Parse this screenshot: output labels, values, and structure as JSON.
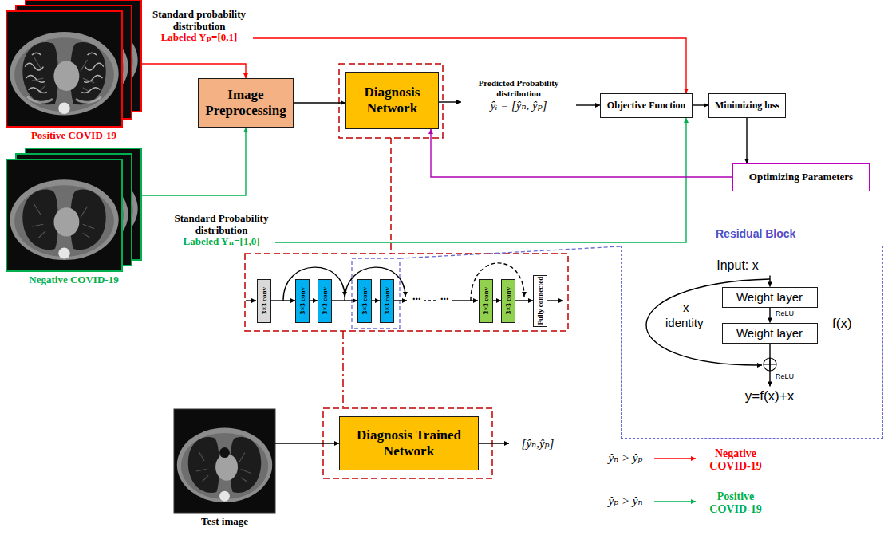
{
  "diagram": {
    "nodes": [
      {
        "text": [
          "Standard probability distribution",
          "Labeled Yₚ=[0,1]"
        ]
      },
      {
        "text": [
          "Positive COVID-19"
        ]
      },
      {
        "text": [
          "Negative COVID-19"
        ]
      },
      {
        "text": [
          "Standard Probability distribution",
          "Labeled Yₙ=[1,0]"
        ]
      },
      {
        "text": [
          "Image Preprocessing"
        ]
      },
      {
        "text": [
          "Diagnosis Network"
        ]
      },
      {
        "text": [
          "Predicted Probability distribution",
          "ŷᵢ = [ŷₙ, ŷₚ]"
        ]
      },
      {
        "text": [
          "Objective Function"
        ]
      },
      {
        "text": [
          "Minimizing loss"
        ]
      },
      {
        "text": [
          "Optimizing Parameters"
        ]
      },
      {
        "text": [
          "3×3 conv"
        ]
      },
      {
        "text": [
          "3×3 conv"
        ]
      },
      {
        "text": [
          "3×3 conv"
        ]
      },
      {
        "text": [
          "3×3 conv"
        ]
      },
      {
        "text": [
          "3×3 conv"
        ]
      },
      {
        "text": [
          "3×3 conv"
        ]
      },
      {
        "text": [
          "3×3 conv"
        ]
      },
      {
        "text": [
          "Fully connected"
        ]
      },
      {
        "text": [
          "Residual Block"
        ]
      },
      {
        "text": [
          "Input: x"
        ],
        "in": 18
      },
      {
        "text": [
          "Weight layer"
        ],
        "in": 18
      },
      {
        "text": [
          "Weight layer"
        ],
        "in": 18
      },
      {
        "text": [
          "y=f(x)+x"
        ],
        "in": 18
      },
      {
        "text": [
          "Test image"
        ]
      },
      {
        "text": [
          "Diagnosis Trained Network"
        ]
      },
      {
        "text": [
          "[ŷₙ,ŷₚ]"
        ]
      },
      {
        "text": [
          "ŷₙ > ŷₚ"
        ]
      },
      {
        "text": [
          "Negative COVID-19"
        ]
      },
      {
        "text": [
          "ŷₚ > ŷₙ"
        ]
      },
      {
        "text": [
          "Positive COVID-19"
        ]
      }
    ],
    "edges": [
      {
        "from": 1,
        "to": 4,
        "arrow": "to"
      },
      {
        "from": 2,
        "to": 4,
        "arrow": "to"
      },
      {
        "from": 0,
        "to": 7,
        "arrow": "to"
      },
      {
        "from": 3,
        "to": 7,
        "arrow": "to"
      },
      {
        "from": 4,
        "to": 5,
        "arrow": "to"
      },
      {
        "from": 5,
        "to": 6,
        "arrow": "to"
      },
      {
        "from": 6,
        "to": 7,
        "arrow": "to"
      },
      {
        "from": 7,
        "to": 8,
        "arrow": "to"
      },
      {
        "from": 8,
        "to": 9,
        "arrow": "to"
      },
      {
        "from": 9,
        "to": 5,
        "arrow": "to"
      },
      {
        "from": 10,
        "to": 11,
        "arrow": "to"
      },
      {
        "from": 11,
        "to": 12,
        "arrow": "to"
      },
      {
        "from": 12,
        "to": 13,
        "arrow": "to"
      },
      {
        "from": 13,
        "to": 14,
        "arrow": "to"
      },
      {
        "from": 15,
        "to": 16,
        "arrow": "to"
      },
      {
        "from": 16,
        "to": 17,
        "arrow": "to"
      },
      {
        "from": 19,
        "to": 20,
        "arrow": "to"
      },
      {
        "from": 20,
        "to": 21,
        "arrow": "to"
      },
      {
        "from": 21,
        "to": 22,
        "arrow": "to"
      },
      {
        "from": 23,
        "to": 24,
        "arrow": "to"
      },
      {
        "from": 24,
        "to": 25,
        "arrow": "to"
      },
      {
        "from": 26,
        "to": 27,
        "arrow": "to"
      },
      {
        "from": 28,
        "to": 29,
        "arrow": "to"
      }
    ],
    "labels": [
      "...",
      "...",
      "ReLU",
      "ReLU",
      "f(x)",
      "x",
      "identity"
    ]
  }
}
